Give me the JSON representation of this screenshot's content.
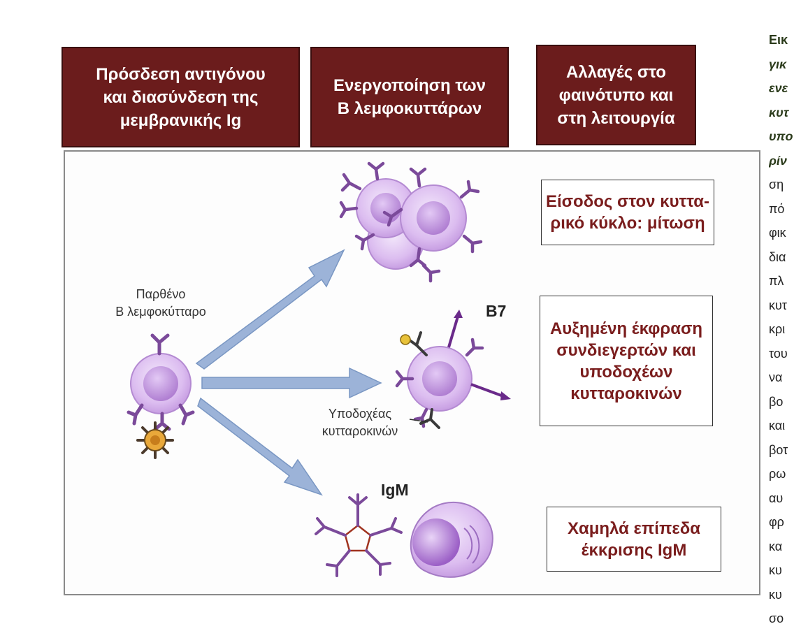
{
  "headers": [
    "Πρόσδεση αντιγόνου\nκαι διασύνδεση της\nμεμβρανικής Ig",
    "Ενεργοποίηση των\nΒ λεμφοκυττάρων",
    "Αλλαγές στο\nφαινότυπο και\nστη λειτουργία"
  ],
  "naive_cell_label": "Παρθένο\nΒ λεμφοκύτταρο",
  "receptor_label": "Υποδοχέας\nκυτταροκινών",
  "b7_label": "B7",
  "igm_label": "IgM",
  "outcomes": [
    "Είσοδος στον κυττα-\nρικό κύκλο: μίτωση",
    "Αυξημένη έκφραση\nσυνδιεγερτών και\nυποδοχέων\nκυτταροκινών",
    "Χαμηλά επίπεδα\nέκκρισης IgM"
  ],
  "side_text": {
    "lines": [
      "Εικ",
      "γικ",
      "ενε",
      "κυτ",
      "υπο",
      "ρίν",
      "ση",
      "πό",
      "φικ",
      "δια",
      "πλ",
      "κυτ",
      "κρι",
      "του",
      "να",
      "βο",
      "και",
      "βοτ",
      "ρω",
      "αυ",
      "φρ",
      "κα",
      "κυ",
      "κυ",
      "σο"
    ]
  },
  "colors": {
    "header_bg": "#6b1c1c",
    "outcome_text": "#7a1d1d",
    "cell_fill": "#d9b8ec",
    "cell_core": "#b98ad6",
    "receptor": "#7b4a9a",
    "arrow": "#9cb3d8"
  }
}
